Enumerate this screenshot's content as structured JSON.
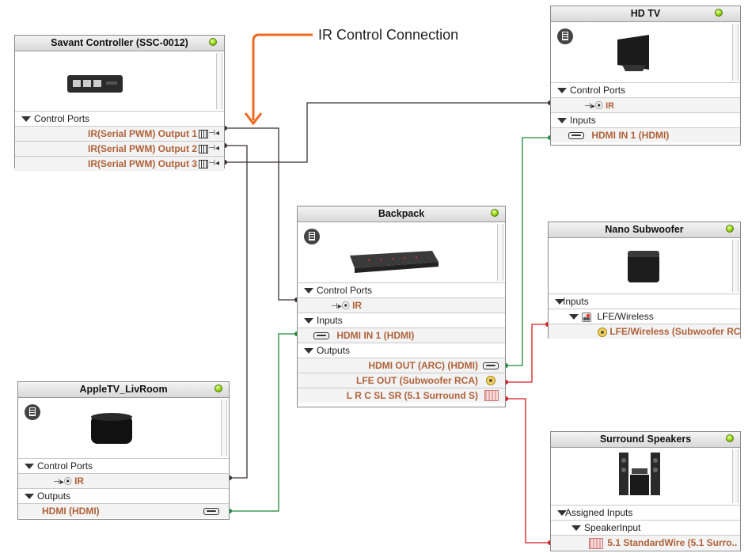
{
  "annotation": {
    "label": "IR Control Connection"
  },
  "colors": {
    "ir_wire": "#3a2f2f",
    "hdmi_wire": "#1f8a3a",
    "audio_wire": "#d81b1b",
    "arrow": "#ef6a20",
    "port_text": "#b0623a"
  },
  "savant": {
    "title": "Savant Controller (SSC-0012)",
    "section": "Control Ports",
    "ports": [
      "IR(Serial PWM) Output 1",
      "IR(Serial PWM) Output 2",
      "IR(Serial PWM) Output 3"
    ]
  },
  "hdtv": {
    "title": "HD TV",
    "control_section": "Control Ports",
    "ir_port": "IR",
    "inputs_section": "Inputs",
    "hdmi_in": "HDMI IN 1 (HDMI)"
  },
  "backpack": {
    "title": "Backpack",
    "control_section": "Control Ports",
    "ir_port": "IR",
    "inputs_section": "Inputs",
    "hdmi_in": "HDMI IN 1 (HDMI)",
    "outputs_section": "Outputs",
    "out_hdmi": "HDMI OUT (ARC) (HDMI)",
    "out_lfe": "LFE OUT (Subwoofer RCA)",
    "out_surround": "L R C SL SR (5.1 Surround S)"
  },
  "appletv": {
    "title": "AppleTV_LivRoom",
    "control_section": "Control Ports",
    "ir_port": "IR",
    "outputs_section": "Outputs",
    "hdmi_out": "HDMI (HDMI)"
  },
  "subwoofer": {
    "title": "Nano Subwoofer",
    "inputs_section": "Inputs",
    "group": "LFE/Wireless",
    "port": "LFE/Wireless (Subwoofer RC"
  },
  "speakers": {
    "title": "Surround Speakers",
    "assigned": "Assigned Inputs",
    "group": "SpeakerInput",
    "port": "5.1 StandardWire (5.1 Surro.."
  }
}
